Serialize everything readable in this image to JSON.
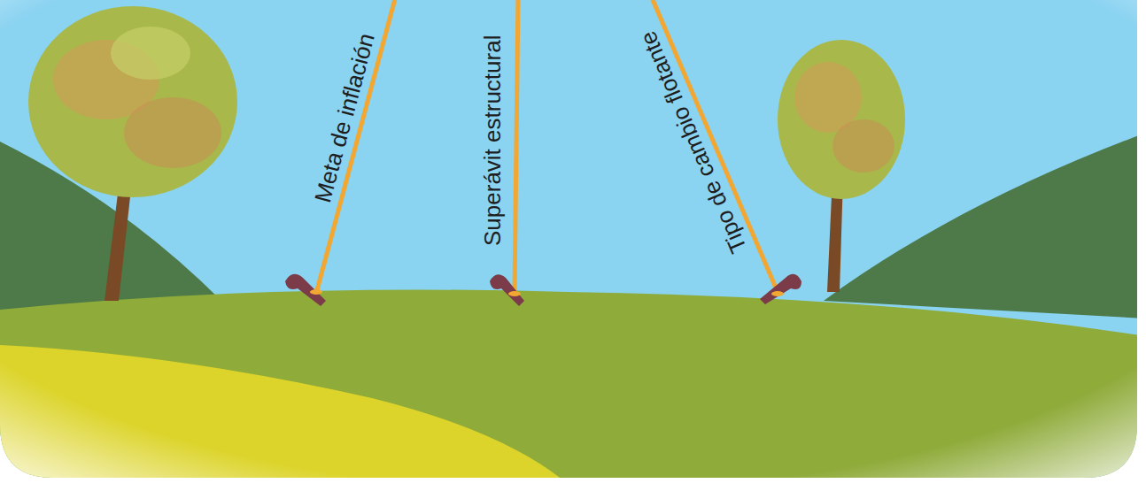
{
  "diagram": {
    "labels": [
      "Meta de inflación",
      "Superávit estructural",
      "Tipo de cambio flotante"
    ]
  }
}
